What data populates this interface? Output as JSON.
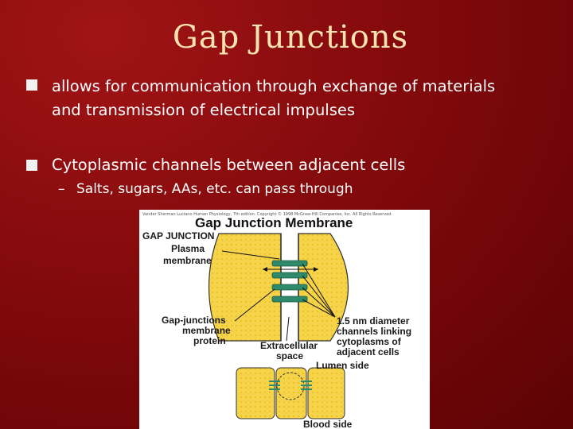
{
  "slide": {
    "title": "Gap Junctions",
    "bullets": [
      {
        "lines": [
          "allows for communication through exchange of materials",
          "and transmission of electrical impulses"
        ]
      },
      {
        "lines": [
          "Cytoplasmic channels between adjacent cells"
        ],
        "sub": {
          "dash": "–",
          "text": "Salts, sugars, AAs, etc. can pass through"
        }
      }
    ]
  },
  "figure": {
    "credit": "Vander Sherman Luciano Human Physiology, 7th edition. Copyright © 1998 McGraw-Hill Companies, Inc. All Rights Reserved.",
    "title": "Gap Junction Membrane",
    "labels": {
      "gap_junction": "GAP JUNCTION",
      "plasma_1": "Plasma",
      "plasma_2": "membrane",
      "gapj_1": "Gap-junctions",
      "gapj_2": "membrane",
      "gapj_3": "protein",
      "extra_1": "Extracellular",
      "extra_2": "space",
      "chan_1": "1.5 nm diameter",
      "chan_2": "channels linking",
      "chan_3": "cytoplasms of",
      "chan_4": "adjacent cells",
      "lumen": "Lumen side",
      "blood": "Blood side"
    },
    "colors": {
      "cell_fill": "#f5d34a",
      "channel": "#2e8a6a",
      "membrane_line": "#333333"
    }
  }
}
